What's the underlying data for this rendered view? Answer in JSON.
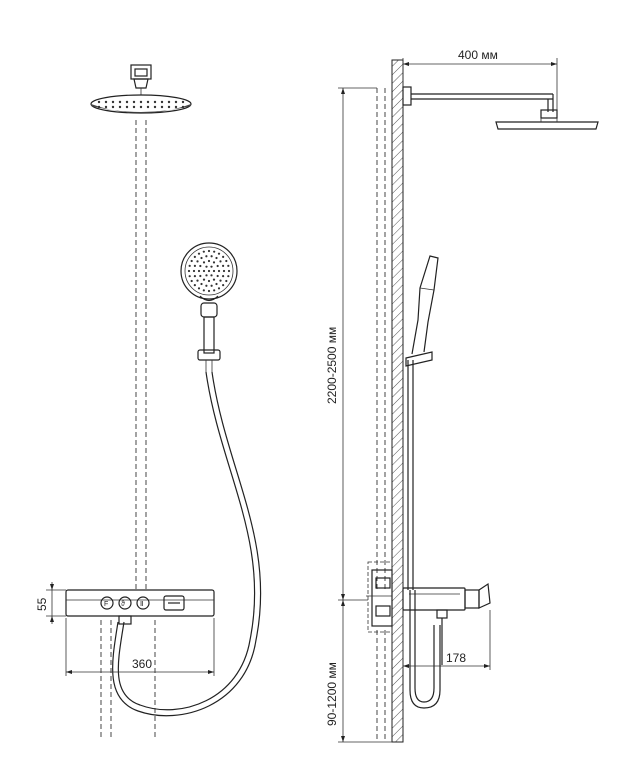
{
  "dimensions": {
    "arm_length": "400 мм",
    "total_height": "2200-2500 мм",
    "mixer_height": "90-1200 мм",
    "panel_width": "360",
    "panel_depth": "178",
    "panel_thickness": "55"
  },
  "colors": {
    "line": "#222222",
    "background": "#ffffff"
  }
}
